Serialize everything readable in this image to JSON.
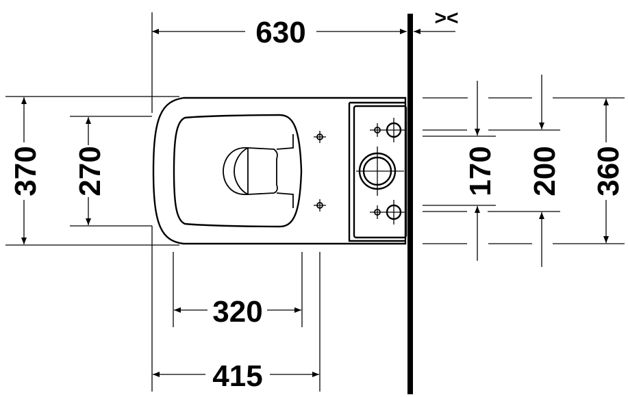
{
  "drawing": {
    "type": "toilet top view dimension drawing",
    "units": "mm",
    "dimensions": {
      "overall_depth": "630",
      "wall_gap_symbol": "><",
      "overall_width": "370",
      "seat_width": "270",
      "fixing_inner": "170",
      "fixing_mid": "200",
      "tank_width": "360",
      "seat_opening_depth": "320",
      "bowl_to_fixing": "415"
    },
    "colors": {
      "line": "#000000",
      "background": "#ffffff"
    }
  }
}
